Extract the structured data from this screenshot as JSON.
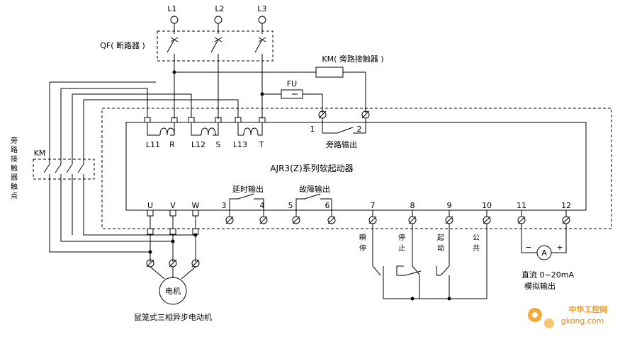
{
  "supply": {
    "l1": "L1",
    "l2": "L2",
    "l3": "L3"
  },
  "breaker_label": "QF( 断路器 )",
  "bypass_contactor_label": "KM( 旁路接触器 )",
  "fuse_label": "FU",
  "starter_title": "AJR3(Z)系列软起动器",
  "top_terminals": {
    "l11": "L11",
    "r": "R",
    "l12": "L12",
    "s": "S",
    "l13": "L13",
    "t": "T"
  },
  "bypass_output": {
    "n1": "1",
    "n2": "2",
    "label": "旁路输出"
  },
  "bottom_terminals": {
    "u": "U",
    "v": "V",
    "w": "W"
  },
  "delay_output": {
    "label": "延时输出",
    "n3": "3",
    "n4": "4"
  },
  "fault_output": {
    "label": "故障输出",
    "n5": "5",
    "n6": "6"
  },
  "control_terminals": [
    "7",
    "8",
    "9",
    "10",
    "11",
    "12"
  ],
  "control_labels": {
    "jog": [
      "瞬",
      "停"
    ],
    "stop": [
      "停",
      "止"
    ],
    "start": [
      "起",
      "动"
    ],
    "common": [
      "公",
      "共"
    ]
  },
  "side_contact_label": [
    "旁",
    "路",
    "接",
    "触",
    "器",
    "触",
    "点"
  ],
  "side_contact_km": "KM",
  "motor": {
    "label": "电机",
    "caption": "鼠笼式三相异步电动机"
  },
  "ammeter": {
    "symbol": "A",
    "minus": "−",
    "plus": "+",
    "caption_1": "直流 0~20mA",
    "caption_2": "模拟输出"
  },
  "watermark": {
    "cn": "中华工控网",
    "url": "gkong.com"
  }
}
